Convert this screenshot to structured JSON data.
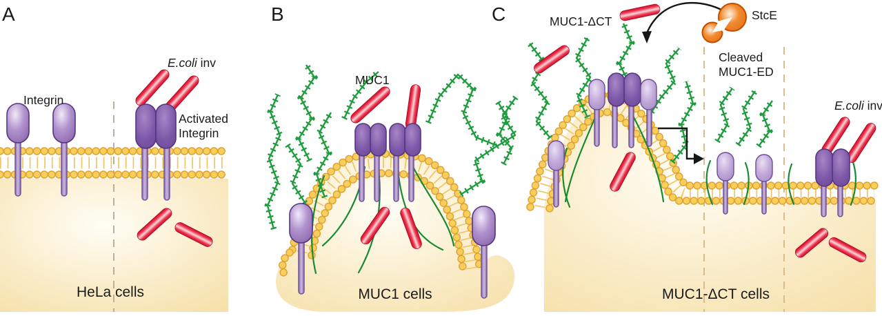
{
  "figure": {
    "panels": [
      {
        "letter": "A",
        "cell_label": "HeLa cells",
        "labels": {
          "integrin": "Integrin",
          "ecoli_italic": "E.coli",
          "ecoli_rest": " inv",
          "activated_1": "Activated",
          "activated_2": "Integrin"
        }
      },
      {
        "letter": "B",
        "cell_label": "MUC1 cells",
        "labels": {
          "muc1": "MUC1"
        }
      },
      {
        "letter": "C",
        "cell_label": "MUC1-ΔCT cells",
        "labels": {
          "muc1_dct": "MUC1-ΔCT",
          "stce": "StcE",
          "cleaved_1": "Cleaved",
          "cleaved_2": "MUC1-ED",
          "ecoli_italic": "E.coli",
          "ecoli_rest": " inv"
        }
      }
    ],
    "colors": {
      "glycan_green": "#1F9C3E",
      "membrane_gold": "#F5CB5C",
      "membrane_gold_dark": "#DFA232",
      "protein_purple": "#9B79BC",
      "protein_purple_dark": "#7B57A8",
      "bacteria_red": "#D5082A",
      "stce_orange": "#E9711C",
      "cell_cream": "#FAEBC6",
      "divider_gray": "#B9AF9C",
      "divider_tan": "#D8BC8C",
      "label_black": "#1A1A1A"
    }
  }
}
